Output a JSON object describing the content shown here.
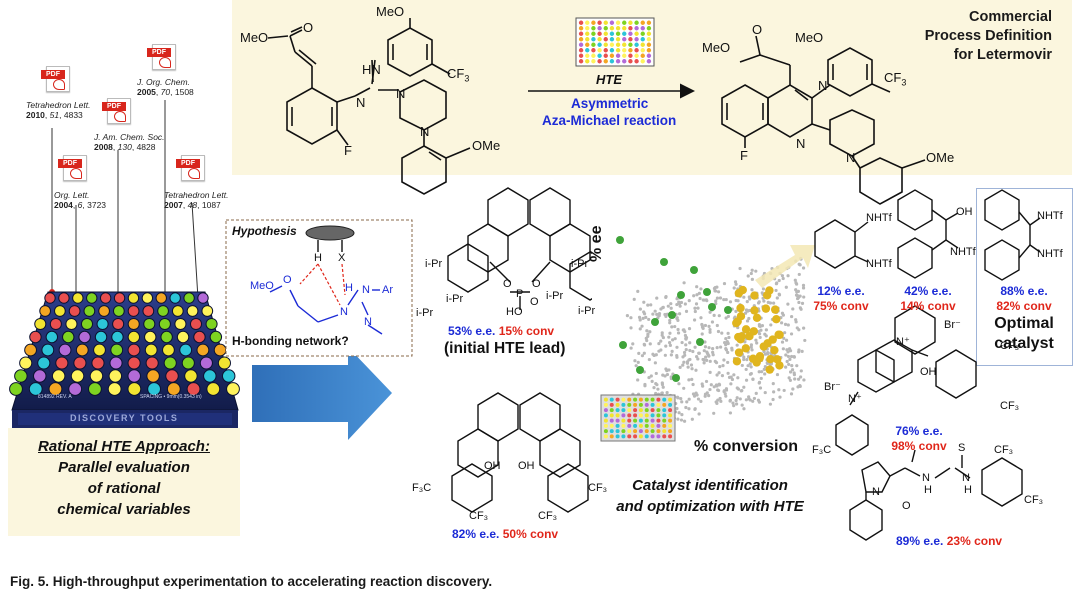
{
  "references": [
    {
      "journal": "Tetrahedron Lett.",
      "year": "2010",
      "volume": "51",
      "page": "4833"
    },
    {
      "journal": "J. Am. Chem. Soc.",
      "year": "2008",
      "volume": "130",
      "page": "4828"
    },
    {
      "journal": "J. Org. Chem.",
      "year": "2005",
      "volume": "70",
      "page": "1508"
    },
    {
      "journal": "Org. Lett.",
      "year": "2004",
      "volume": "6",
      "page": "3723"
    },
    {
      "journal": "Tetrahedron Lett.",
      "year": "2007",
      "volume": "48",
      "page": "1087"
    }
  ],
  "pdf_label": "PDF",
  "plate_labels": {
    "brand": "DISCOVERY TOOLS",
    "left": "814892 REV. A",
    "right": "SPACING • 9mm(0.3543 in)"
  },
  "reaction": {
    "title_line1": "Commercial",
    "title_line2": "Process Definition",
    "title_line3": "for Letermovir",
    "arrow_top": "HTE",
    "arrow_bottom_1": "Asymmetric",
    "arrow_bottom_2": "Aza-Michael reaction",
    "atoms": {
      "meo_ester": "MeO",
      "ome_aryl": "MeO",
      "cf3": "CF",
      "cf3_sub": "3",
      "hn": "HN",
      "n": "N",
      "f": "F",
      "ome": "OMe",
      "o": "O"
    }
  },
  "hypothesis": {
    "title": "Hypothesis",
    "h": "H",
    "x": "X",
    "meo": "MeO",
    "o": "O",
    "n_left": "N",
    "h2": "H",
    "n_ar": "N",
    "ar": "Ar",
    "n_bottom": "N",
    "note": "H-bonding network?"
  },
  "approach": {
    "line1": "Rational HTE Approach:",
    "line2": "Parallel evaluation",
    "line3": "of rational",
    "line4": "chemical variables"
  },
  "center_text": {
    "line1": "Catalyst identification",
    "line2": "and optimization with HTE"
  },
  "scatter": {
    "ylabel": "% ee",
    "xlabel": "% conversion"
  },
  "catalysts": [
    {
      "id": "phosphoric-acid",
      "ee": "53% e.e.",
      "conv": "15% conv",
      "note": "(initial HTE lead)",
      "labels": [
        "i-Pr",
        "i-Pr",
        "i-Pr",
        "i-Pr",
        "i-Pr",
        "i-Pr",
        "O",
        "O",
        "P",
        "O",
        "HO"
      ]
    },
    {
      "id": "binol",
      "ee": "82% e.e.",
      "conv": "50% conv",
      "labels": [
        "OH",
        "OH",
        "F₃C",
        "CF₃",
        "CF₃",
        "CF₃"
      ]
    },
    {
      "id": "cyclohexane-diamine",
      "ee": "12% e.e.",
      "conv": "75% conv",
      "labels": [
        "NHTf",
        "NHTf"
      ]
    },
    {
      "id": "amino-alcohol",
      "ee": "42% e.e.",
      "conv": "14% conv",
      "labels": [
        "OH",
        "NHTf"
      ]
    },
    {
      "id": "diphenyl-diamine",
      "ee": "88% e.e.",
      "conv": "82% conv",
      "note1": "Optimal",
      "note2": "catalyst",
      "labels": [
        "NHTf",
        "NHTf"
      ]
    },
    {
      "id": "cinchona-salt",
      "ee": "76% e.e.",
      "conv": "98% conv",
      "labels": [
        "Br⁻",
        "Br⁻",
        "N⁺",
        "N⁺",
        "OH",
        "CF₃",
        "CF₃",
        "F₃C"
      ]
    },
    {
      "id": "thiourea",
      "ee": "89% e.e.",
      "conv": "23% conv",
      "labels": [
        "N",
        "O",
        "N",
        "H",
        "S",
        "N",
        "H",
        "CF₃",
        "CF₃"
      ]
    }
  ],
  "caption": "Fig. 5. High-throughput experimentation to accelerating reaction discovery.",
  "colors": {
    "band": "#fbf6de",
    "blue_text": "#1c2bd6",
    "red_text": "#e0261a",
    "arrow": "#3b7fc8",
    "green_dot": "#3fa33a",
    "gold_dot": "#e0b51e",
    "grey_dot": "#b8b8b8"
  }
}
